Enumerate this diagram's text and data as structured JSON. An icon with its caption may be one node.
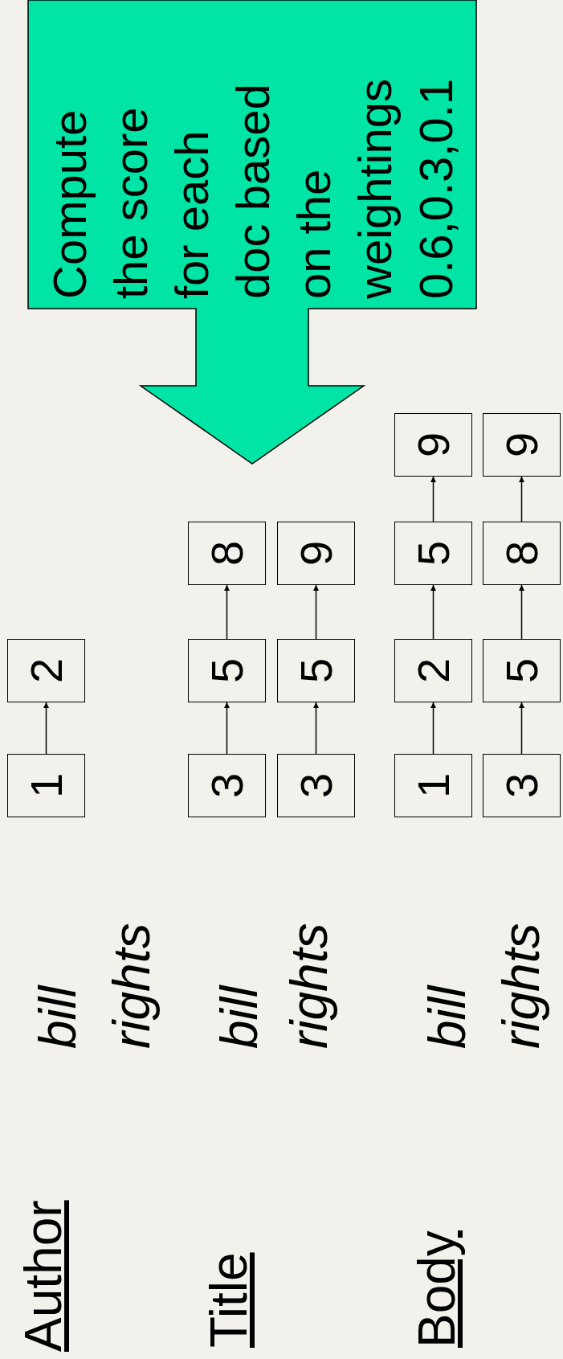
{
  "diagram": {
    "nodes": [
      {
        "text": [
          "1"
        ]
      },
      {
        "text": [
          "2"
        ]
      },
      {
        "text": [
          "3"
        ]
      },
      {
        "text": [
          "5"
        ]
      },
      {
        "text": [
          "8"
        ]
      },
      {
        "text": [
          "3"
        ]
      },
      {
        "text": [
          "5"
        ]
      },
      {
        "text": [
          "9"
        ]
      },
      {
        "text": [
          "1"
        ]
      },
      {
        "text": [
          "2"
        ]
      },
      {
        "text": [
          "5"
        ]
      },
      {
        "text": [
          "9"
        ]
      },
      {
        "text": [
          "3"
        ]
      },
      {
        "text": [
          "5"
        ]
      },
      {
        "text": [
          "8"
        ]
      },
      {
        "text": [
          "9"
        ]
      },
      {
        "text": [
          "Compute the score for each doc based on the weightings 0.6,0.3,0.1"
        ]
      }
    ],
    "edges": [
      {
        "from": 0,
        "to": 1,
        "arrow": "to"
      },
      {
        "from": 2,
        "to": 3,
        "arrow": "to"
      },
      {
        "from": 3,
        "to": 4,
        "arrow": "to"
      },
      {
        "from": 5,
        "to": 6,
        "arrow": "to"
      },
      {
        "from": 6,
        "to": 7,
        "arrow": "to"
      },
      {
        "from": 8,
        "to": 9,
        "arrow": "to"
      },
      {
        "from": 9,
        "to": 10,
        "arrow": "to"
      },
      {
        "from": 10,
        "to": 11,
        "arrow": "to"
      },
      {
        "from": 12,
        "to": 13,
        "arrow": "to"
      },
      {
        "from": 13,
        "to": 14,
        "arrow": "to"
      },
      {
        "from": 14,
        "to": 15,
        "arrow": "to"
      }
    ],
    "labels": [
      "Author",
      "bill",
      "rights",
      "Title",
      "bill",
      "rights",
      "Body",
      "bill",
      "rights"
    ]
  }
}
